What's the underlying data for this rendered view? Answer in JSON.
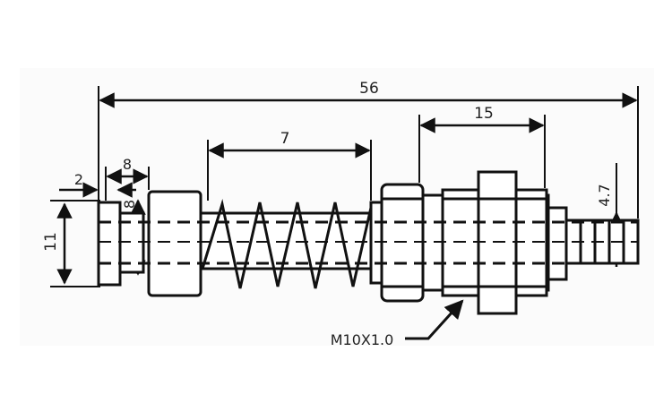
{
  "dimensions": {
    "overall_length": "56",
    "spring_length": "7",
    "thread_length": "15",
    "nut_offset": "2",
    "nut_width": "8",
    "inner_dia": "8",
    "outer_dia": "11",
    "tip_dia": "4.7"
  },
  "thread_callout": "M10X1.0"
}
